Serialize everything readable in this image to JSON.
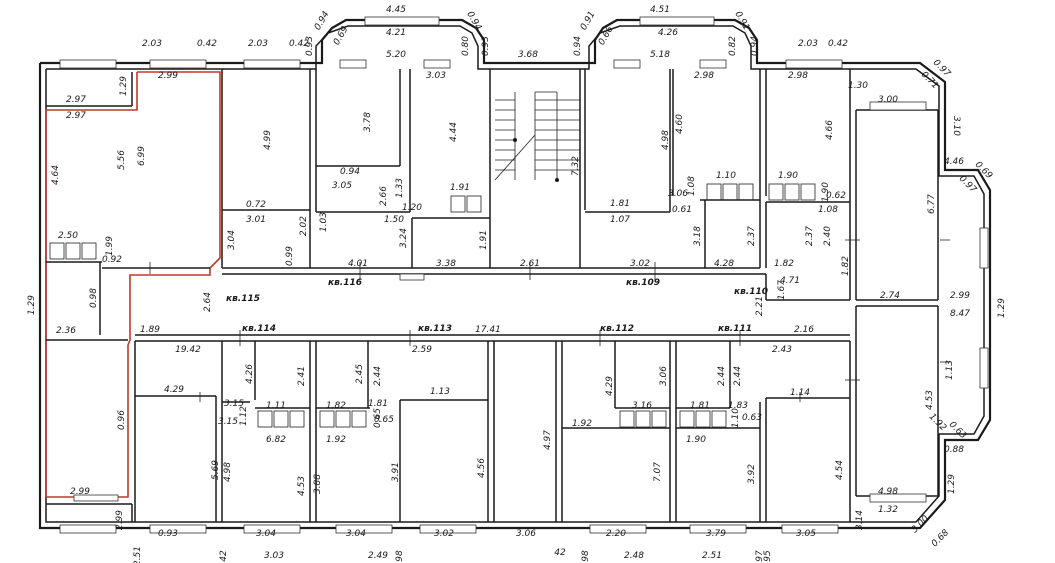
{
  "labels": {
    "apartments": [
      "кв.116",
      "кв.115",
      "кв.109",
      "кв.110",
      "кв.114",
      "кв.113",
      "кв.112",
      "кв.111"
    ],
    "dims": [
      "2.03",
      "0.42",
      "2.03",
      "0.42",
      "0.93",
      "0.94",
      "4.45",
      "0.94",
      "0.69",
      "4.21",
      "0.80",
      "0.93",
      "5.20",
      "3.68",
      "0.94",
      "0.91",
      "4.51",
      "0.91",
      "0.66",
      "4.26",
      "0.82",
      "0.94",
      "5.18",
      "2.03",
      "0.42",
      "2.99",
      "3.03",
      "2.98",
      "2.98",
      "0.97",
      "0.71",
      "3.10",
      "1.30",
      "3.00",
      "2.97",
      "1.29",
      "2.97",
      "4.64",
      "5.56",
      "6.99",
      "4.99",
      "3.78",
      "4.44",
      "7.32",
      "4.98",
      "4.60",
      "4.66",
      "6.77",
      "4.46",
      "0.97",
      "0.69",
      "0.94",
      "3.05",
      "2.66",
      "1.33",
      "1.20",
      "1.91",
      "1.50",
      "0.72",
      "3.01",
      "3.04",
      "2.02",
      "0.99",
      "1.03",
      "3.24",
      "1.91",
      "1.81",
      "3.06",
      "1.08",
      "0.61",
      "1.10",
      "1.90",
      "1.90",
      "0.62",
      "1.08",
      "1.07",
      "3.18",
      "2.37",
      "2.37",
      "2.40",
      "2.50",
      "1.99",
      "0.92",
      "0.98",
      "2.64",
      "2.36",
      "1.89",
      "4.01",
      "3.38",
      "2.61",
      "3.02",
      "4.28",
      "1.82",
      "1.82",
      "4.71",
      "1.67",
      "2.21",
      "2.16",
      "2.74",
      "2.99",
      "1.29",
      "8.47",
      "1.29",
      "17.41",
      "19.42",
      "4.26",
      "2.41",
      "2.45",
      "2.44",
      "2.59",
      "4.29",
      "3.06",
      "2.44",
      "2.44",
      "2.43",
      "4.29",
      "3.15",
      "1.11",
      "1.82",
      "1.81",
      "1.13",
      "3.16",
      "1.81",
      "1.83",
      "1.14",
      "3.15",
      "1.12",
      "0.65",
      "0.65",
      "1.10",
      "0.63",
      "1.13",
      "4.53",
      "6.82",
      "1.92",
      "1.92",
      "1.90",
      "1.92",
      "0.63",
      "0.88",
      "0.96",
      "5.69",
      "4.98",
      "4.53",
      "3.88",
      "3.91",
      "4.56",
      "4.97",
      "7.07",
      "3.92",
      "4.54",
      "4.98",
      "2.99",
      "2.99",
      "1.29",
      "3.14",
      "1.32",
      "3.00",
      "0.68",
      "0.93",
      "3.04",
      "3.04",
      "3.02",
      "3.06",
      "2.20",
      "3.79",
      "3.05",
      "3.03",
      "2.49",
      "2.48",
      "2.51",
      "2.51",
      "42",
      "98",
      "98",
      "97",
      "95",
      "42"
    ]
  }
}
